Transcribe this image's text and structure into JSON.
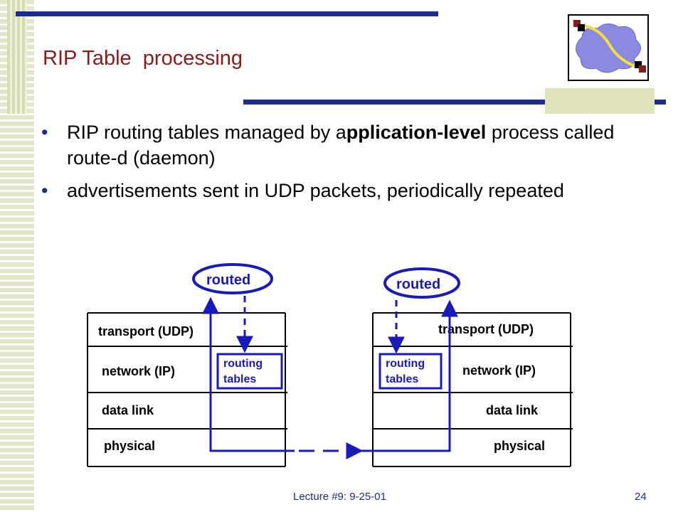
{
  "slide": {
    "title": "RIP Table  processing",
    "bullets": [
      {
        "pre": "RIP routing tables managed by a",
        "bold": "pplication-level",
        "post": " process called route-d (daemon)"
      },
      {
        "pre": "advertisements  sent in UDP packets, periodically  repeated",
        "bold": "",
        "post": ""
      }
    ],
    "footer": "Lecture #9: 9-25-01",
    "page_number": "24"
  },
  "diagram": {
    "left_host": {
      "daemon": "routed",
      "layers": [
        "transport (UDP)",
        "network (IP)",
        "data link",
        "physical"
      ],
      "tables": [
        "routing",
        "tables"
      ]
    },
    "right_host": {
      "daemon": "routed",
      "layers": [
        "transport (UDP)",
        "network (IP)",
        "data link",
        "physical"
      ],
      "tables": [
        "routing",
        "tables"
      ]
    }
  },
  "colors": {
    "accent_blue": "#1a1ab8",
    "title_red": "#8b1a1a",
    "bar_blue": "#1f2c8f"
  }
}
